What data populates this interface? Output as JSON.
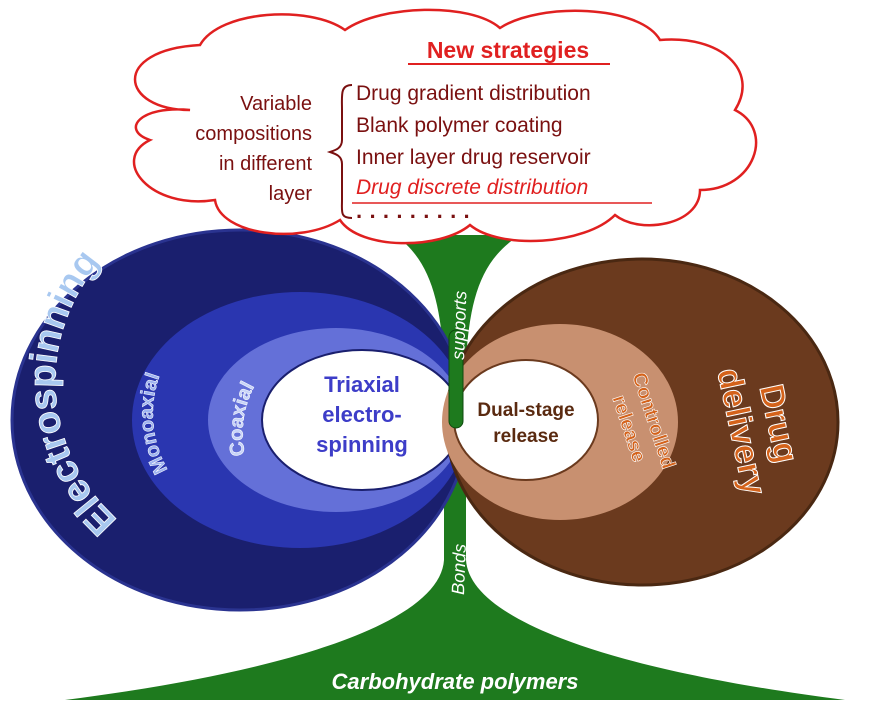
{
  "cloud": {
    "title": "New strategies",
    "left_lines": [
      "Variable",
      "compositions",
      "in different",
      "layer"
    ],
    "strategies": [
      "Drug gradient distribution",
      "Blank polymer coating",
      "Inner layer drug reservoir",
      "Drug discrete distribution"
    ],
    "ellipsis": "· · · · · · · · ·"
  },
  "left_rings": {
    "outer": "Electrospinning",
    "ring2": "Monoaxial",
    "ring3": "Coaxial",
    "core_lines": [
      "Triaxial",
      "electro-",
      "spinning"
    ]
  },
  "right_rings": {
    "outer_lines": [
      "Drug",
      "delivery"
    ],
    "middle_lines": [
      "Controlled",
      "release"
    ],
    "core_lines": [
      "Dual-stage",
      "release"
    ]
  },
  "stem": {
    "upper_label": "supports",
    "lower_label": "Bonds",
    "base_label": "Carbohydrate polymers"
  },
  "colors": {
    "cloud_red": "#e02020",
    "dark_red": "#7a1010",
    "blue_outer": "#1a1f6e",
    "blue_mid": "#2a36b0",
    "blue_light": "#5a66d6",
    "blue_text": "#3d3dc8",
    "brown_outer": "#6b3a1e",
    "brown_mid": "#c08060",
    "brown_text": "#5a2a10",
    "orange_text": "#d4621a",
    "green": "#1e7a1e"
  }
}
